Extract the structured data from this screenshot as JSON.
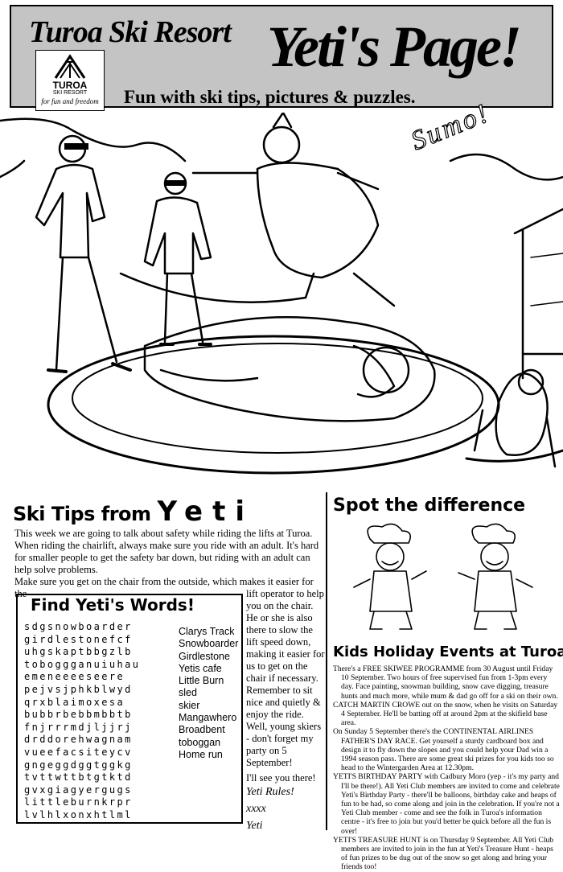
{
  "header": {
    "resort_title": "Turoa Ski Resort",
    "page_title": "Yeti's Page!",
    "subtitle": "Fun with ski tips, pictures & puzzles.",
    "logo": {
      "name": "TUROA",
      "sub": "SKI RESORT",
      "tagline": "for fun and freedom"
    }
  },
  "illustration": {
    "caption": "Sumo!"
  },
  "ski_tips": {
    "heading": "Ski Tips from",
    "heading_name": "Yeti",
    "para1": "This week we are going to talk about safety while riding the lifts at Turoa. When riding the chairlift, always make sure you ride with an adult. It's hard for smaller people to get the safety bar down, but riding with an adult can help solve problems.",
    "para2": "Make sure you get on the chair from the outside, which makes it easier for the",
    "para3": "lift operator to help you on the chair. He or she is also there to slow the lift speed down, making it easier for us to get on the chair if necessary. Remember to sit nice and quietly & enjoy the ride. Well, young skiers - don't forget my party on 5 September!",
    "sign1": "I'll see you there!",
    "sign2": "Yeti Rules!",
    "sign3": "xxxx",
    "sign4": "Yeti"
  },
  "word_find": {
    "heading": "Find Yeti's Words!",
    "grid": [
      "sdgsnowboarder",
      "girdlestonefcf",
      "uhgskaptbbgzlb",
      "toboggganuiuhau",
      "emeneeeeseere",
      "pejvsjphkblwyd",
      "qrxblaimoxesa",
      "bubbrbebbmbbtb",
      "fnjrrrmdjljjrj",
      "drddorehwagnam",
      "vueefacsiteycv",
      "gngeggdggtggkg",
      "tvttwttbtgtktd",
      "gvxgiagyergugs",
      "littleburnkrpr",
      "lvlhlxonxhtlml"
    ],
    "words": [
      "Clarys Track",
      "Snowboarder",
      "Girdlestone",
      "Yetis cafe",
      "Little Burn",
      "sled",
      "skier",
      "Mangawhero",
      "Broadbent",
      "toboggan",
      "Home run"
    ]
  },
  "spot_difference": {
    "heading": "Spot the difference"
  },
  "events": {
    "heading": "Kids Holiday Events at Turoa",
    "items": [
      "There's a FREE SKIWEE PROGRAMME from 30 August until Friday 10 September. Two hours of free supervised fun from 1-3pm every day. Face painting, snowman building, snow cave digging, treasure hunts and much more, while mum & dad go off for a ski on their own.",
      "CATCH MARTIN CROWE out on the snow, when he visits on Saturday 4 September. He'll be batting off at around 2pm at the skifield base area.",
      "On Sunday 5 September there's the CONTINENTAL AIRLINES FATHER'S DAY RACE. Get yourself a sturdy cardboard box and design it to fly down the slopes and you could help your Dad win a 1994 season pass. There are some great ski prizes for you kids too so head to the Wintergarden Area at 12.30pm.",
      "YETI'S BIRTHDAY PARTY with Cadbury Moro (yep - it's my party and I'll be there!). All Yeti Club members are invited to come and celebrate Yeti's Birthday Party - there'll be balloons, birthday cake and heaps of fun to be had, so come along and join in the celebration. If you're not a Yeti Club member - come and see the folk in Turoa's information centre - it's free to join but you'd better be quick before all the fun is over!",
      "YETI'S TREASURE HUNT is on Thursday 9 September. All Yeti Club members are invited to join in the fun at Yeti's Treasure Hunt - heaps of fun prizes to be dug out of the snow so get along and bring your friends too!"
    ]
  }
}
